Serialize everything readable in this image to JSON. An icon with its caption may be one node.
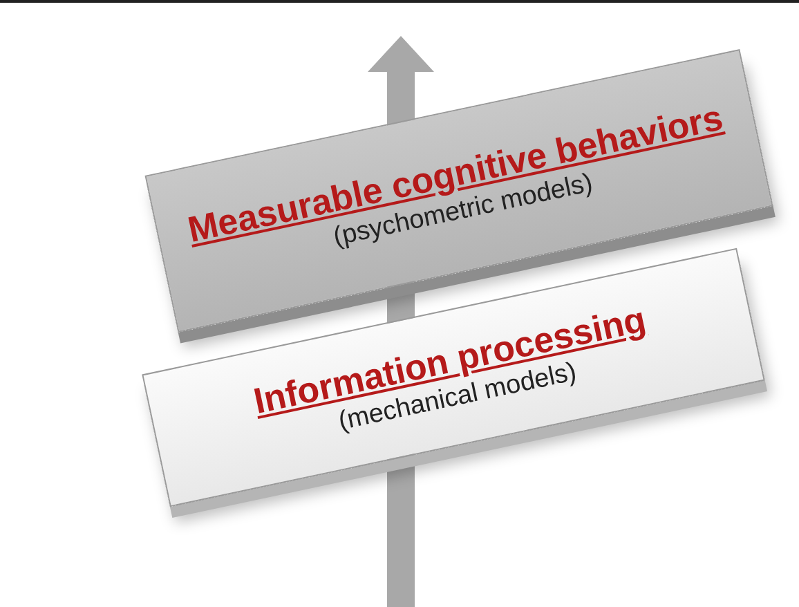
{
  "diagram": {
    "nodes": [
      {
        "text": [
          "Measurable cognitive behaviors",
          "(psychometric models)"
        ]
      },
      {
        "text": [
          "Information processing",
          "(mechanical models)"
        ]
      }
    ]
  }
}
